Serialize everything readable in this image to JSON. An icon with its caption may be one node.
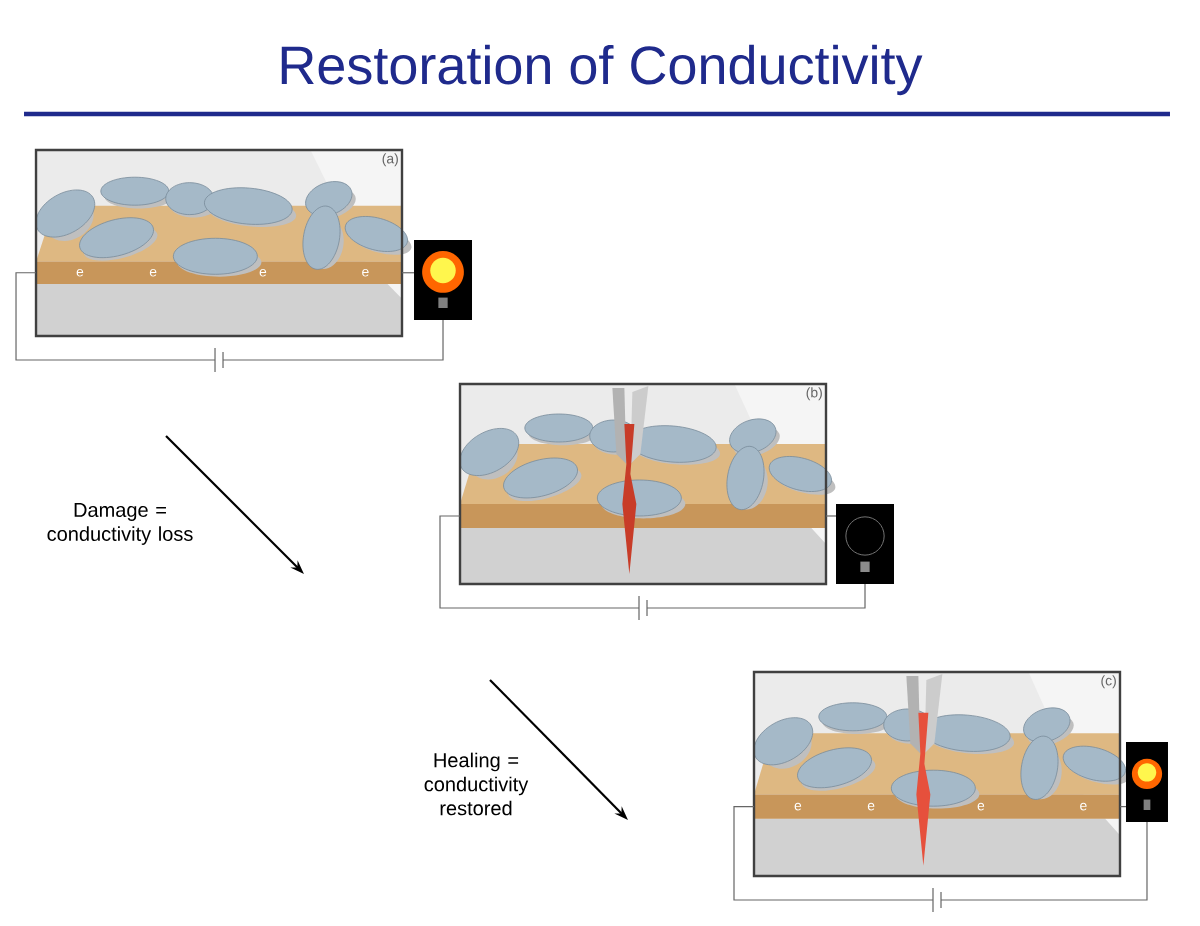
{
  "diagram": {
    "title": "Restoration of Conductivity",
    "nodes": [
      {
        "text": [
          "(a)"
        ]
      },
      {
        "text": [
          "(b)"
        ]
      },
      {
        "text": [
          "(c)"
        ]
      }
    ],
    "labels": [
      "e",
      "e",
      "e",
      "e",
      "Damage = conductivity loss",
      "Healing = conductivity restored",
      "e",
      "e",
      "e",
      "e"
    ]
  }
}
